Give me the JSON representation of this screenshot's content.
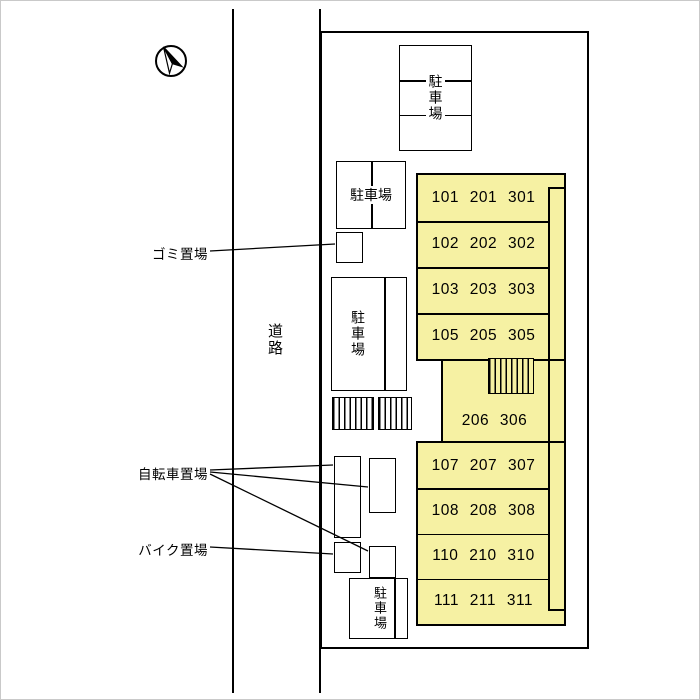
{
  "colors": {
    "building_fill": "#F6F1A3",
    "line": "#000000",
    "background": "#FFFFFF"
  },
  "road": {
    "label": "道路"
  },
  "icons": {
    "north_arrow": "north-arrow"
  },
  "side_labels": {
    "garbage": "ゴミ置場",
    "bicycle": "自転車置場",
    "bike": "バイク置場"
  },
  "parking_label": "駐車場",
  "building": {
    "top_rows": [
      "101 201 301",
      "102 202 302",
      "103 203 303",
      "105 205 305"
    ],
    "middle_row": "206 306",
    "bottom_rows": [
      "107 207 307",
      "108 208 308",
      "110 210 310",
      "111 211 311"
    ]
  }
}
